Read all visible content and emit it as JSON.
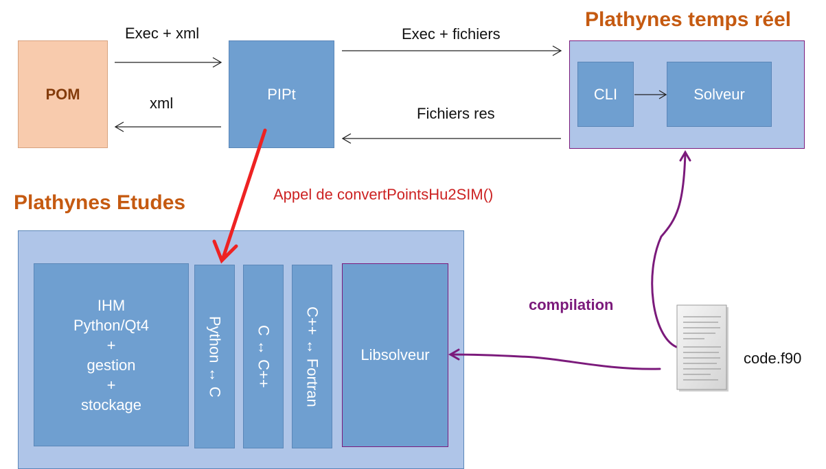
{
  "nodes": {
    "pom": "POM",
    "pipt": "PIPt",
    "cli": "CLI",
    "solveur": "Solveur",
    "ihm_lines": [
      "IHM",
      "Python/Qt4",
      "+",
      "gestion",
      "+",
      "stockage"
    ],
    "python_c": "Python ↔ C",
    "c_cpp": "C ↔ C++",
    "cpp_fortran": "C++ ↔ Fortran",
    "libsolveur": "Libsolveur",
    "code_file": "code.f90"
  },
  "groups": {
    "temps_reel": "Plathynes temps réel",
    "etudes": "Plathynes Etudes"
  },
  "edges": {
    "exec_xml": "Exec + xml",
    "xml": "xml",
    "exec_fichiers": "Exec + fichiers",
    "fichiers_res": "Fichiers res",
    "appel": "Appel de convertPointsHu2SIM()",
    "compilation": "compilation"
  },
  "colors": {
    "node_fill": "#6f9fd0",
    "panel_fill": "#afc5e8",
    "pom_fill": "#f8cbad",
    "title_orange": "#c55a11",
    "red_arrow": "#ee2222",
    "purple": "#7b1a7b"
  }
}
